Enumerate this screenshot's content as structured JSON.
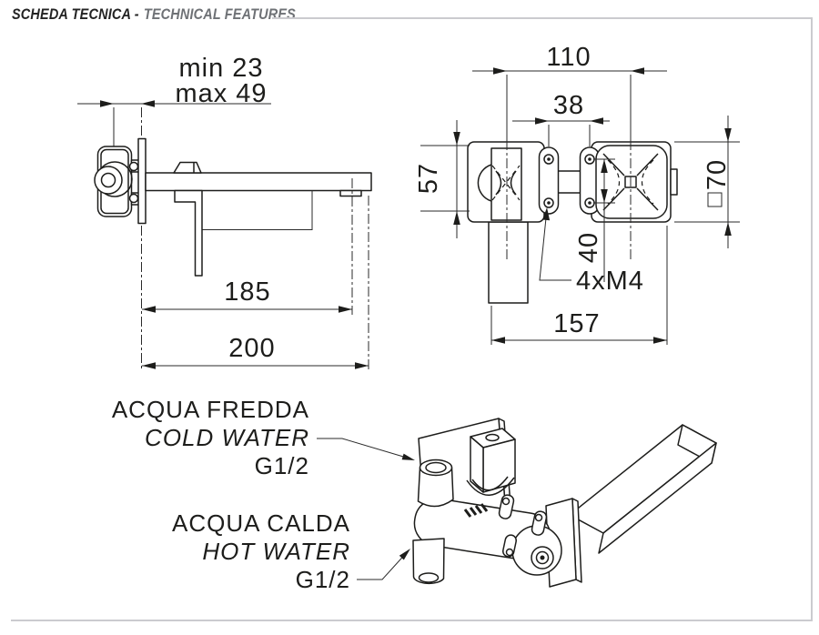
{
  "header": {
    "title_left": "SCHEDA TECNICA -",
    "title_right": "TECHNICAL FEATURES"
  },
  "side_view": {
    "depth_min": "min 23",
    "depth_max": "max 49",
    "reach": "185",
    "total_length": "200"
  },
  "front_view": {
    "centers": "110",
    "screw_spacing_h": "38",
    "body_height": "57",
    "plate_size": "70",
    "screw_spacing_v": "40",
    "screws": "4xM4",
    "total_width": "157"
  },
  "iso": {
    "cold_l1": "ACQUA FREDDA",
    "cold_l2": "COLD WATER",
    "cold_l3": "G1/2",
    "hot_l1": "ACQUA CALDA",
    "hot_l2": "HOT WATER",
    "hot_l3": "G1/2"
  },
  "colors": {
    "line": "#1d1d1b",
    "frame": "#cbcbcf",
    "header_accent": "#6e7175"
  }
}
